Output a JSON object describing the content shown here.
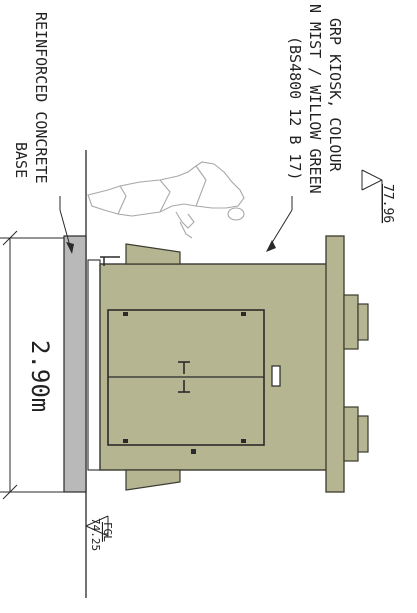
{
  "kiosk_label": {
    "line1": "GRP KIOSK, COLOUR",
    "line2": "N MIST / WILLOW GREEN",
    "line3": "(BS4800 12 B 17)"
  },
  "base_label": {
    "line1": "REINFORCED CONCRETE",
    "line2": "BASE"
  },
  "dimension": {
    "value": "2.90m"
  },
  "levels": {
    "top": "77.96",
    "fgl_label": "FGL",
    "fgl_value": "74.25"
  },
  "colors": {
    "kiosk_fill": "#b5b592",
    "kiosk_stroke": "#3a3a30",
    "base_fill": "#b9b9b9",
    "line": "#2a2a2a",
    "figure": "#a8a8a8"
  }
}
